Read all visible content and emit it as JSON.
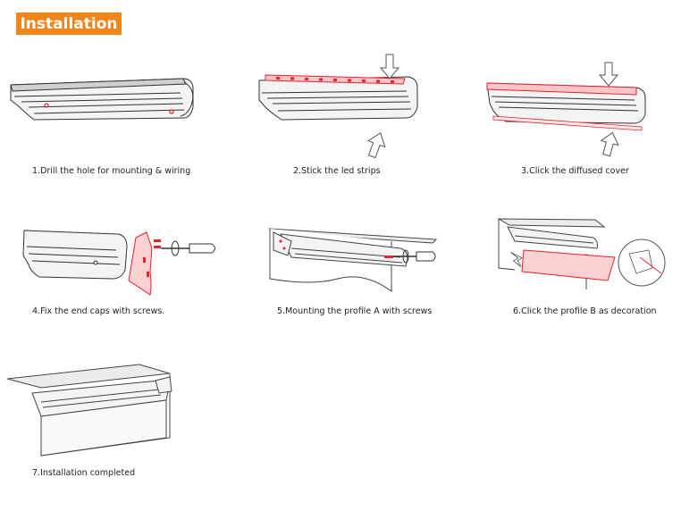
{
  "header": {
    "title": "Installation",
    "bg_color": "#f08519"
  },
  "accent_color": "#e8222a",
  "steps": [
    {
      "caption": "1.Drill the hole for mounting & wiring"
    },
    {
      "caption": "2.Stick the led strips"
    },
    {
      "caption": "3.Click the diffused cover"
    },
    {
      "caption": "4.Fix the end caps with screws."
    },
    {
      "caption": "5.Mounting the profile A with screws"
    },
    {
      "caption": "6.Click the profile B as decoration"
    },
    {
      "caption": "7.Installation completed"
    }
  ]
}
